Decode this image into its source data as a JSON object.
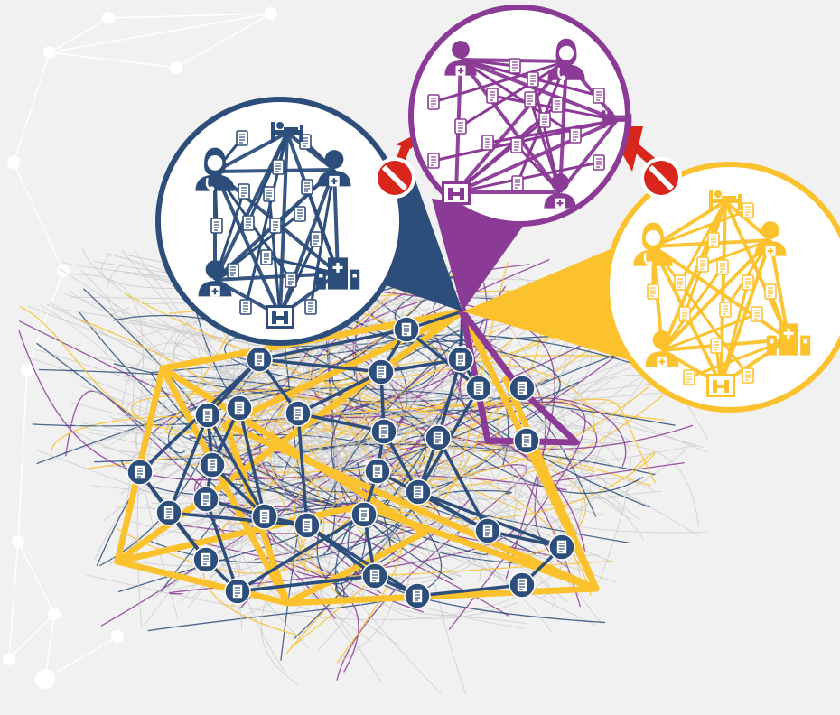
{
  "colors": {
    "background": "#f1f1f1",
    "network_node_light": "#ffffff",
    "network_line_light": "#ffffff",
    "map_gray": "#c9c9c9",
    "blue": "#2d4e7b",
    "purple": "#8b3a96",
    "yellow": "#fbc22e",
    "block_red": "#d9261c",
    "block_white": "#ffffff"
  },
  "networks": [
    {
      "id": "blue",
      "color": "#2d4e7b",
      "icons": [
        "doctor-icon",
        "patient-bed-icon",
        "patient-icon",
        "hospital-icon",
        "clinic-icon",
        "medical-record-icon"
      ]
    },
    {
      "id": "purple",
      "color": "#8b3a96",
      "icons": [
        "doctor-icon",
        "patient-bed-icon",
        "patient-icon",
        "hospital-icon",
        "medical-record-icon"
      ]
    },
    {
      "id": "yellow",
      "color": "#fbc22e",
      "icons": [
        "doctor-icon",
        "patient-bed-icon",
        "patient-icon",
        "hospital-icon",
        "clinic-icon",
        "medical-record-icon"
      ]
    }
  ],
  "blocked_exchanges": [
    {
      "between": [
        "blue",
        "purple"
      ],
      "icon": "no-entry-icon"
    },
    {
      "between": [
        "purple",
        "yellow"
      ],
      "icon": "no-entry-icon"
    }
  ]
}
